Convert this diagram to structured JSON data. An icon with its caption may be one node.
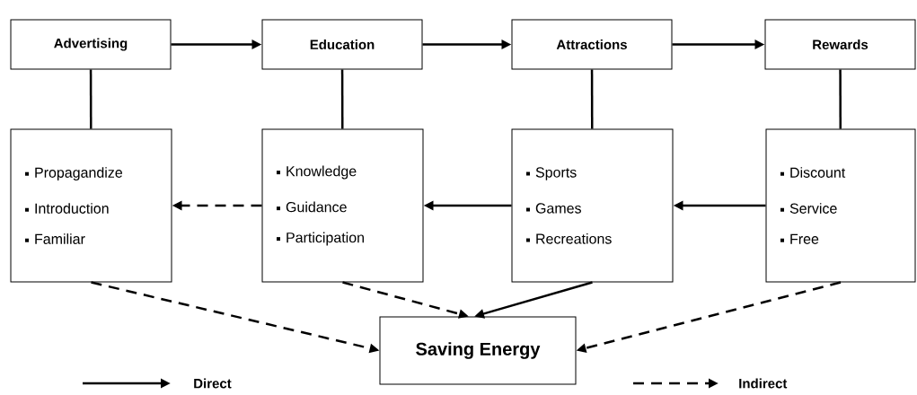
{
  "diagram": {
    "nodes": [
      {
        "text": [
          "Advertising"
        ]
      },
      {
        "text": [
          "Education"
        ]
      },
      {
        "text": [
          "Attractions"
        ]
      },
      {
        "text": [
          "Rewards"
        ]
      },
      {
        "text": [
          "Propagandize",
          "Introduction",
          "Familiar"
        ]
      },
      {
        "text": [
          "Knowledge",
          "Guidance",
          "Participation"
        ]
      },
      {
        "text": [
          "Sports",
          "Games",
          "Recreations"
        ]
      },
      {
        "text": [
          "Discount",
          "Service",
          "Free"
        ]
      },
      {
        "text": [
          "Saving Energy"
        ]
      }
    ],
    "edges": [
      {
        "from": 0,
        "to": 1,
        "arrow": "to"
      },
      {
        "from": 1,
        "to": 2,
        "arrow": "to"
      },
      {
        "from": 2,
        "to": 3,
        "arrow": "to"
      },
      {
        "from": 0,
        "to": 4,
        "arrow": "none"
      },
      {
        "from": 1,
        "to": 5,
        "arrow": "none"
      },
      {
        "from": 2,
        "to": 6,
        "arrow": "none"
      },
      {
        "from": 3,
        "to": 7,
        "arrow": "none"
      },
      {
        "from": 7,
        "to": 6,
        "arrow": "to"
      },
      {
        "from": 6,
        "to": 5,
        "arrow": "to"
      },
      {
        "from": 5,
        "to": 4,
        "arrow": "to",
        "style": "dashed"
      },
      {
        "from": 4,
        "to": 8,
        "arrow": "to",
        "style": "dashed"
      },
      {
        "from": 5,
        "to": 8,
        "arrow": "to",
        "style": "dashed"
      },
      {
        "from": 6,
        "to": 8,
        "arrow": "to"
      },
      {
        "from": 7,
        "to": 8,
        "arrow": "to",
        "style": "dashed"
      }
    ],
    "legend": [
      {
        "text": "Direct"
      },
      {
        "text": "Indirect"
      }
    ]
  }
}
